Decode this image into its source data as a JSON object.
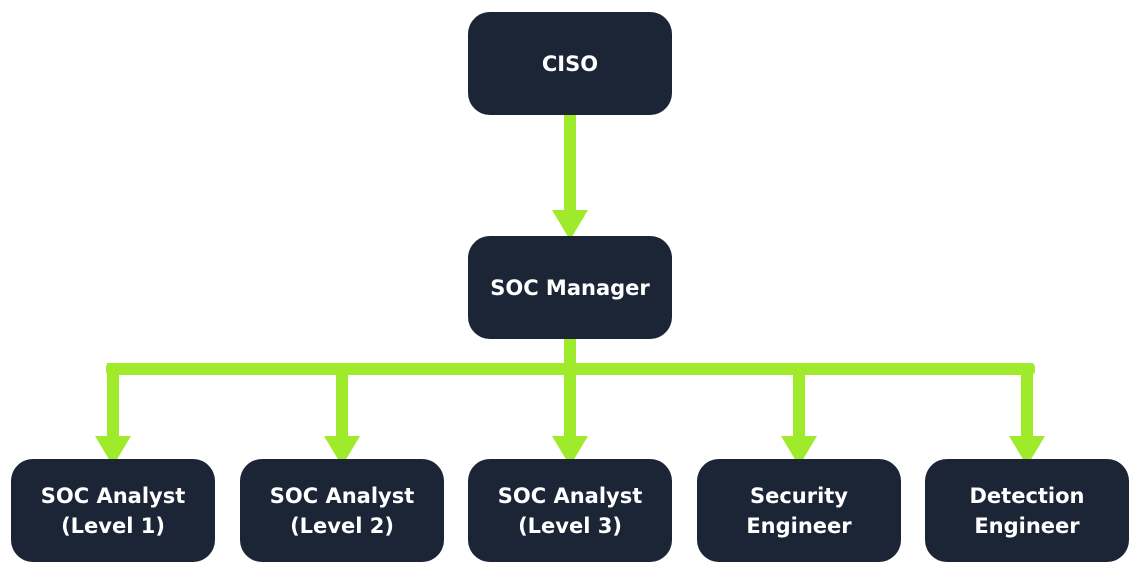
{
  "colors": {
    "node_fill": "#1c2536",
    "node_text": "#ffffff",
    "connector": "#9eea2b",
    "background": "#ffffff"
  },
  "nodes": {
    "ciso": "CISO",
    "soc_manager": "SOC Manager",
    "soc_analyst_l1": "SOC Analyst\n(Level 1)",
    "soc_analyst_l2": "SOC Analyst\n(Level 2)",
    "soc_analyst_l3": "SOC Analyst\n(Level 3)",
    "security_engineer": "Security\nEngineer",
    "detection_engineer": "Detection\nEngineer"
  }
}
